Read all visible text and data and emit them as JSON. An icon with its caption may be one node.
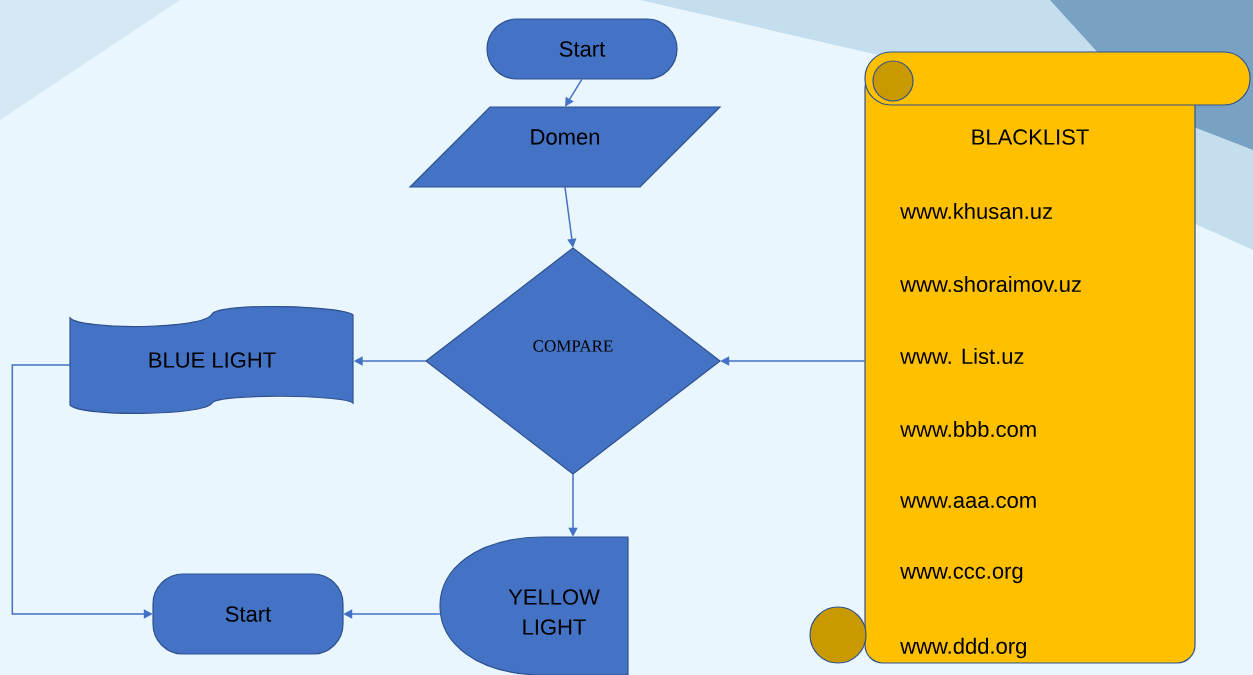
{
  "diagram": {
    "nodes": [
      {
        "text": [
          "Start"
        ]
      },
      {
        "text": [
          "Domen"
        ]
      },
      {
        "text": [
          "COMPARE"
        ]
      },
      {
        "text": [
          "BLUE LIGHT"
        ]
      },
      {
        "text": [
          "YELLOW LIGHT"
        ]
      },
      {
        "text": [
          "Start"
        ]
      },
      {
        "text": [
          "BLACKLIST",
          "www.khusan.uz",
          "www.shoraimov.uz",
          "www. List.uz",
          "www.bbb.com",
          "www.aaa.com",
          "www.ccc.org",
          "www.ddd.org"
        ]
      }
    ],
    "edges": [
      {
        "from": 0,
        "to": 1,
        "arrow": "to"
      },
      {
        "from": 1,
        "to": 2,
        "arrow": "to"
      },
      {
        "from": 6,
        "to": 2,
        "arrow": "to"
      },
      {
        "from": 2,
        "to": 3,
        "arrow": "to"
      },
      {
        "from": 2,
        "to": 4,
        "arrow": "to"
      },
      {
        "from": 4,
        "to": 5,
        "arrow": "to"
      },
      {
        "from": 3,
        "to": 5,
        "arrow": "to"
      }
    ]
  }
}
